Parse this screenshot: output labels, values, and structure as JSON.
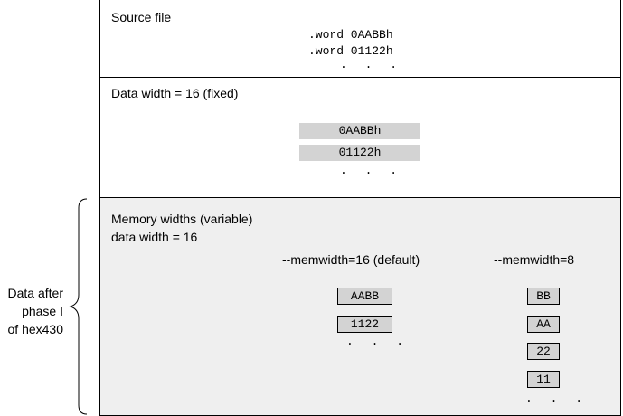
{
  "source": {
    "title": "Source file",
    "lines": [
      ".word 0AABBh",
      ".word 01122h"
    ],
    "dots": ". . ."
  },
  "data": {
    "title": "Data width = 16 (fixed)",
    "words": [
      "0AABBh",
      "01122h"
    ],
    "dots": ". . ."
  },
  "memory": {
    "title": "Memory widths (variable)",
    "subtitle": "data width = 16",
    "col16": {
      "header": "--memwidth=16 (default)",
      "cells": [
        "AABB",
        "1122"
      ],
      "dots": ". . ."
    },
    "col8": {
      "header": "--memwidth=8",
      "cells": [
        "BB",
        "AA",
        "22",
        "11"
      ],
      "dots": ". . ."
    }
  },
  "side_label": [
    "Data after",
    "phase I",
    "of hex430"
  ]
}
